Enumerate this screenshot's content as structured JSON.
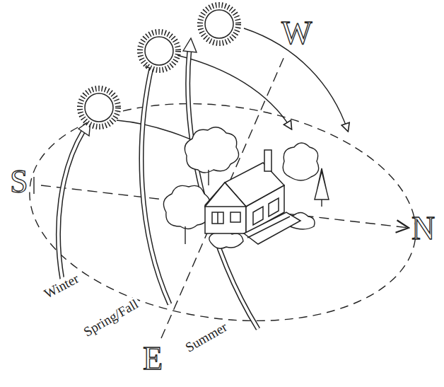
{
  "diagram": {
    "labels": [
      "W",
      "S",
      "N",
      "Winter",
      "Spring/Fall",
      "Summer",
      "E"
    ]
  }
}
